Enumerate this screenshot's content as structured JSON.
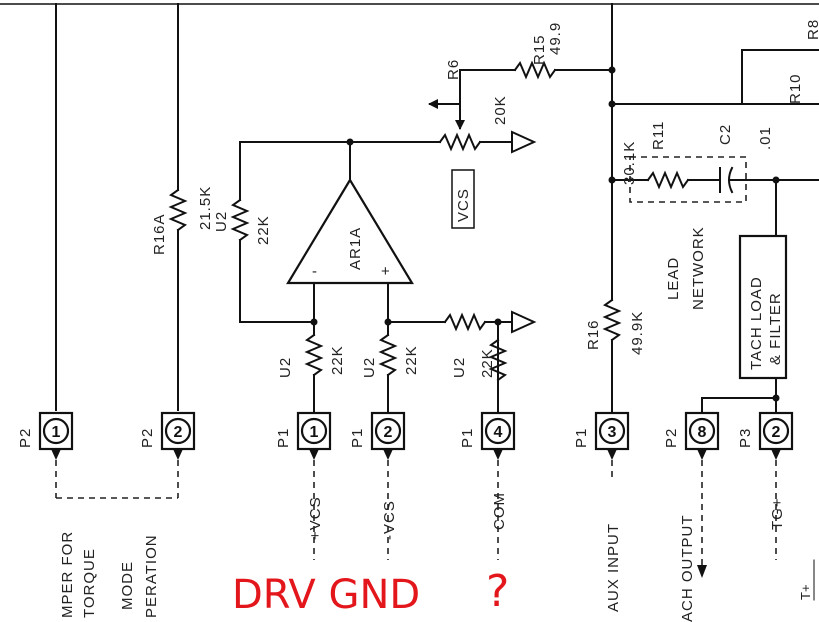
{
  "op_amp": {
    "name": "AR1A",
    "plus": "+",
    "minus": "-"
  },
  "resistors": {
    "r16a": {
      "ref": "R16A",
      "value": "21.5K"
    },
    "u2_fb": {
      "ref": "U2",
      "value": "22K"
    },
    "u2_a": {
      "ref": "U2",
      "value": "22K"
    },
    "u2_b": {
      "ref": "U2",
      "value": "22K"
    },
    "u2_c": {
      "ref": "U2",
      "value": "22K"
    },
    "r6": {
      "ref": "R6",
      "value": "20K"
    },
    "r15": {
      "ref": "R15",
      "value": "49.9"
    },
    "r16": {
      "ref": "R16",
      "value": "49.9K"
    },
    "r11": {
      "ref": "R11",
      "value": "30.1K"
    },
    "r10": {
      "ref": "R10"
    },
    "r8": {
      "ref": "R8"
    }
  },
  "capacitors": {
    "c2": {
      "ref": "C2",
      "value": ".01"
    }
  },
  "labels": {
    "vcs_box": "VCS",
    "lead_network_1": "LEAD",
    "lead_network_2": "NETWORK",
    "tach_load_1": "TACH LOAD",
    "tach_load_2": "& FILTER"
  },
  "pins": [
    {
      "conn": "P2",
      "num": "1"
    },
    {
      "conn": "P2",
      "num": "2"
    },
    {
      "conn": "P1",
      "num": "1"
    },
    {
      "conn": "P1",
      "num": "2"
    },
    {
      "conn": "P1",
      "num": "4"
    },
    {
      "conn": "P1",
      "num": "3"
    },
    {
      "conn": "P2",
      "num": "8"
    },
    {
      "conn": "P3",
      "num": "2"
    }
  ],
  "signals": {
    "pos_vcs": "+VCS",
    "neg_vcs": "-VCS",
    "com": "COM",
    "aux_input": "AUX INPUT",
    "tach_output": "ACH OUTPUT",
    "tg_plus": "TG+",
    "damper_1": "MPER FOR",
    "damper_2": "TORQUE",
    "damper_3": "MODE",
    "damper_4": "PERATION",
    "edge_label": "T+"
  },
  "annotation": {
    "text_1": "DRV GND",
    "text_2": "?",
    "color": "#e3161b"
  }
}
